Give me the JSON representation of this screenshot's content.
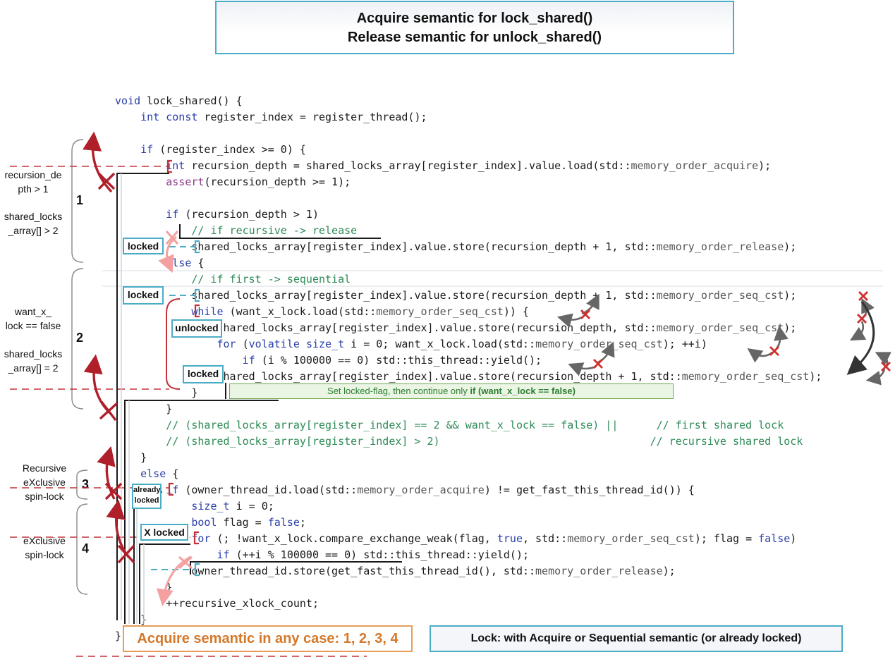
{
  "title": {
    "line1": "Acquire semantic for  lock_shared()",
    "line2": "Release semantic for  unlock_shared()"
  },
  "side_labels": {
    "recursion_depth": "recursion_de\npth > 1",
    "shared_locks_gt2": "shared_locks\n_array[] > 2",
    "want_x_lock": "want_x_\nlock == false",
    "shared_locks_eq2": "shared_locks\n_array[] = 2",
    "recursive_xclusive": "Recursive\neXclusive\nspin-lock",
    "xclusive_spin": "eXclusive\nspin-lock"
  },
  "section_numbers": [
    "1",
    "2",
    "3",
    "4"
  ],
  "tags": {
    "locked_1": "locked",
    "locked_2": "locked",
    "unlocked": "unlocked",
    "locked_3": "locked",
    "already_locked_1": "already",
    "already_locked_2": "locked",
    "x_locked": "X locked"
  },
  "code_lines": [
    "void lock_shared() {",
    "    int const register_index = register_thread();",
    "",
    "    if (register_index >= 0) {",
    "        int recursion_depth = shared_locks_array[register_index].value.load(std::memory_order_acquire);",
    "        assert(recursion_depth >= 1);",
    "",
    "        if (recursion_depth > 1)",
    "            // if recursive -> release",
    "            shared_locks_array[register_index].value.store(recursion_depth + 1, std::memory_order_release);",
    "        else {",
    "            // if first -> sequential",
    "            shared_locks_array[register_index].value.store(recursion_depth + 1, std::memory_order_seq_cst);",
    "            while (want_x_lock.load(std::memory_order_seq_cst)) {",
    "                shared_locks_array[register_index].value.store(recursion_depth, std::memory_order_seq_cst);",
    "                for (volatile size_t i = 0; want_x_lock.load(std::memory_order_seq_cst); ++i)",
    "                    if (i % 100000 == 0) std::this_thread::yield();",
    "                shared_locks_array[register_index].value.store(recursion_depth + 1, std::memory_order_seq_cst);",
    "            }",
    "        }",
    "        // (shared_locks_array[register_index] == 2 && want_x_lock == false) ||      // first shared lock",
    "        // (shared_locks_array[register_index] > 2)                                 // recursive shared lock",
    "    }",
    "    else {",
    "        if (owner_thread_id.load(std::memory_order_acquire) != get_fast_this_thread_id()) {",
    "            size_t i = 0;",
    "            bool flag = false;",
    "            for (; !want_x_lock.compare_exchange_weak(flag, true, std::memory_order_seq_cst); flag = false)",
    "                if (++i % 100000 == 0) std::this_thread::yield();",
    "            owner_thread_id.store(get_fast_this_thread_id(), std::memory_order_release);",
    "        }",
    "        ++recursive_xlock_count;",
    "    }",
    "}"
  ],
  "green_note": {
    "prefix": "Set locked-flag, then continue only ",
    "bold": "if (want_x_lock == false)"
  },
  "bottom": {
    "acquire_any_case": "Acquire semantic in any case: 1, 2, 3, 4",
    "legend": "Lock:  with Acquire or Sequential semantic (or already locked)"
  },
  "colors": {
    "accent_blue": "#4bacc6",
    "arrow_red": "#b0202a",
    "arrow_pink": "#f4a0a0",
    "orange": "#e69e59",
    "green": "#6aa84f"
  }
}
